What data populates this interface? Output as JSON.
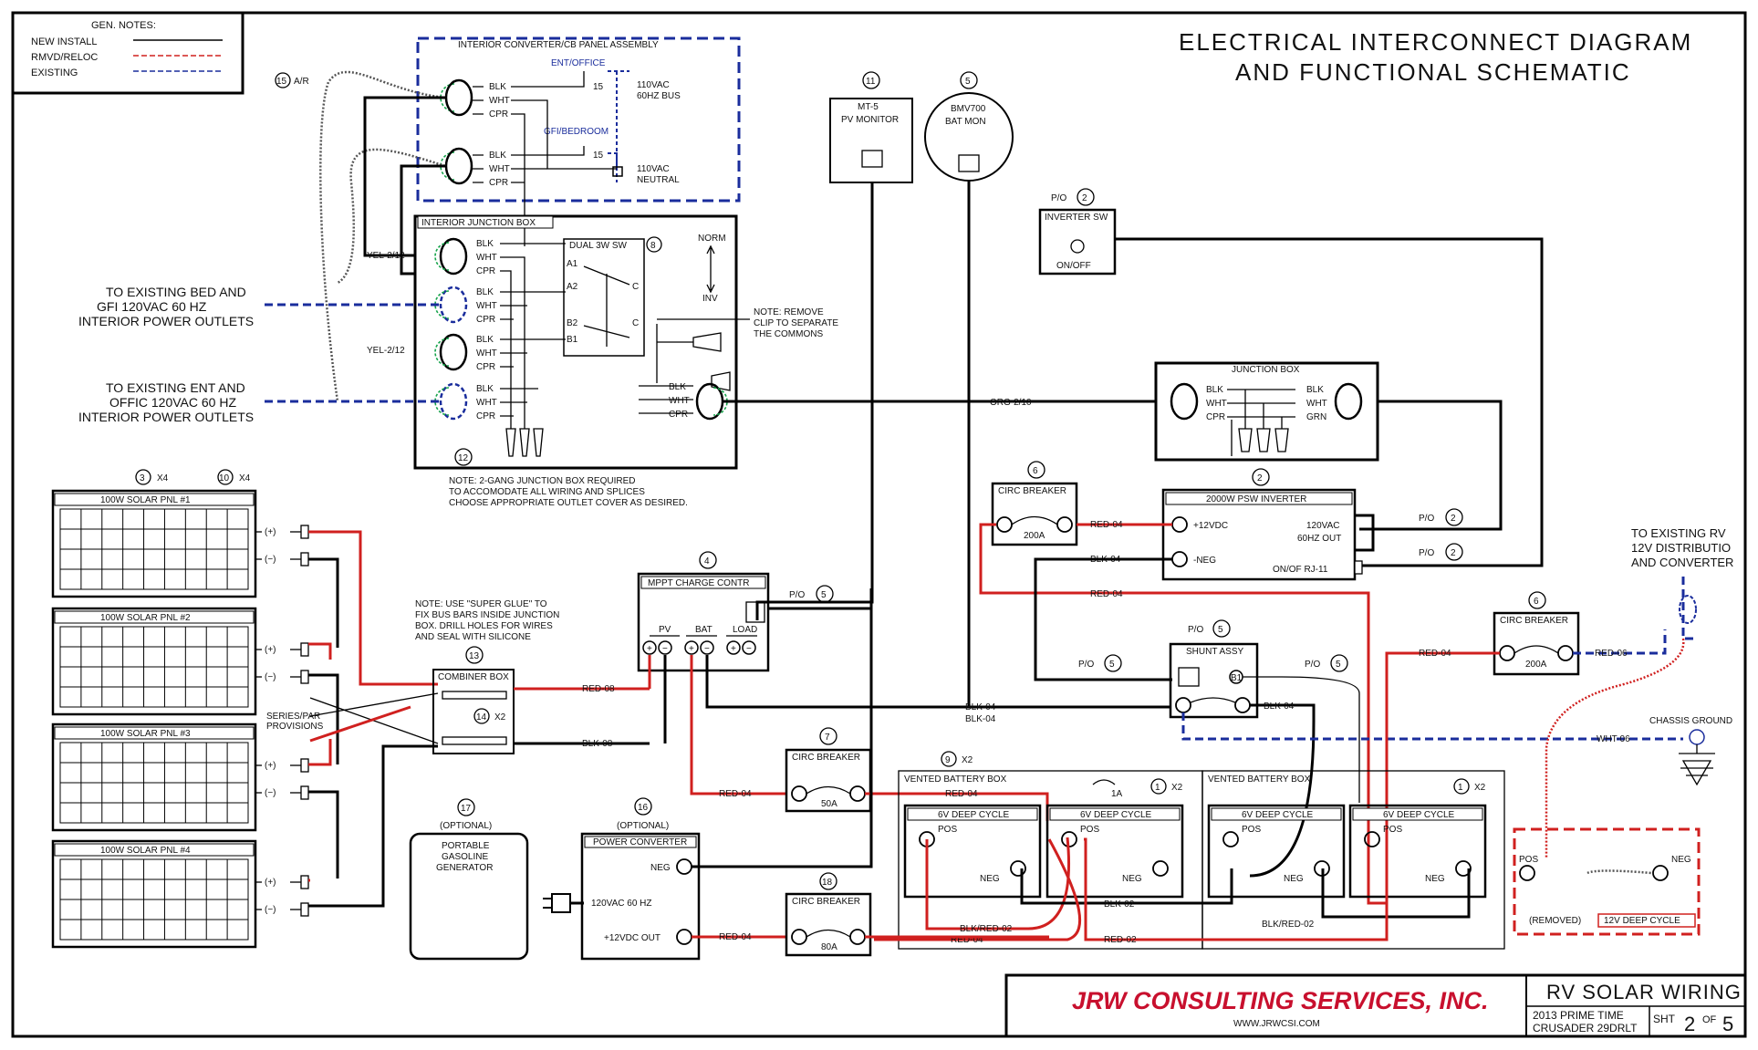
{
  "title": {
    "line1": "ELECTRICAL INTERCONNECT DIAGRAM",
    "line2": "AND FUNCTIONAL SCHEMATIC"
  },
  "notes": {
    "heading": "GEN. NOTES:",
    "new_install": "NEW INSTALL",
    "rmvd_reloc": "RMVD/RELOC",
    "existing": "EXISTING"
  },
  "conv_panel": {
    "title": "INTERIOR CONVERTER/CB PANEL ASSEMBLY",
    "ent_office": "ENT/OFFICE",
    "gfi_bedroom": "GFI/BEDROOM",
    "bus1": "110VAC",
    "bus2": "60HZ BUS",
    "neu1": "110VAC",
    "neu2": "NEUTRAL",
    "cb": "15",
    "callout": "15",
    "callout_suffix": "A/R"
  },
  "wires": {
    "blk": "BLK",
    "wht": "WHT",
    "cpr": "CPR",
    "grn": "GRN",
    "yel": "YEL-2/12",
    "org": "ORG-2/10"
  },
  "junction_box": {
    "title": "INTERIOR JUNCTION BOX",
    "callout": "12",
    "note1": "NOTE:  2-GANG JUNCTION BOX REQUIRED",
    "note2": "TO ACCOMODATE ALL WIRING AND SPLICES",
    "note3": "CHOOSE APPROPRIATE OUTLET COVER AS DESIRED."
  },
  "dual_sw": {
    "title": "DUAL 3W SW",
    "callout": "8",
    "norm": "NORM",
    "inv": "INV",
    "a1": "A1",
    "a2": "A2",
    "b1": "B1",
    "b2": "B2",
    "c": "C"
  },
  "clip_note": {
    "l1": "NOTE:  REMOVE",
    "l2": "CLIP TO SEPARATE",
    "l3": "THE COMMONS"
  },
  "outlets_bed": {
    "l1": "TO EXISTING BED AND",
    "l2": "GFI 120VAC 60 HZ",
    "l3": "INTERIOR POWER OUTLETS"
  },
  "outlets_ent": {
    "l1": "TO EXISTING ENT AND",
    "l2": "OFFIC 120VAC 60 HZ",
    "l3": "INTERIOR POWER OUTLETS"
  },
  "mt5": {
    "callout": "11",
    "l1": "MT-5",
    "l2": "PV MONITOR"
  },
  "bmv": {
    "callout": "5",
    "l1": "BMV700",
    "l2": "BAT MON"
  },
  "inverter_sw": {
    "callout": "2",
    "po": "P/O",
    "title": "INVERTER SW",
    "state": "ON/OFF"
  },
  "jbox2": {
    "title": "JUNCTION BOX"
  },
  "inverter": {
    "callout": "2",
    "title": "2000W PSW INVERTER",
    "pos": "+12VDC",
    "neg": "-NEG",
    "out1": "120VAC",
    "out2": "60HZ OUT",
    "rj": "ON/OF RJ-11",
    "po": "P/O"
  },
  "cb200a": {
    "callout": "6",
    "title": "CIRC BREAKER",
    "rating": "200A"
  },
  "cb200b": {
    "callout": "6",
    "title": "CIRC BREAKER",
    "rating": "200A"
  },
  "cb50": {
    "callout": "7",
    "title": "CIRC BREAKER",
    "rating": "50A"
  },
  "cb80": {
    "callout": "18",
    "title": "CIRC BREAKER",
    "rating": "80A"
  },
  "solar": {
    "callout_a": "3",
    "qty_a": "X4",
    "callout_b": "10",
    "qty_b": "X4",
    "panels": [
      "100W SOLAR PNL #1",
      "100W SOLAR PNL #2",
      "100W SOLAR PNL #3",
      "100W SOLAR PNL #4"
    ],
    "plus": "(+)",
    "minus": "(−)"
  },
  "series": {
    "l1": "SERIES/PAR",
    "l2": "PROVISIONS"
  },
  "glue_note": {
    "l1": "NOTE:  USE \"SUPER GLUE\" TO",
    "l2": "FIX BUS BARS INSIDE JUNCTION",
    "l3": "BOX. DRILL HOLES FOR WIRES",
    "l4": "AND SEAL WITH SILICONE"
  },
  "combiner": {
    "callout": "13",
    "title": "COMBINER BOX",
    "callout2": "14",
    "qty": "X2"
  },
  "mppt": {
    "callout": "4",
    "title": "MPPT CHARGE CONTR",
    "pv": "PV",
    "bat": "BAT",
    "load": "LOAD",
    "po": "P/O",
    "po_callout": "5"
  },
  "shunt": {
    "callout": "5",
    "po": "P/O",
    "title": "SHUNT ASSY",
    "b1": "B1"
  },
  "generator": {
    "callout": "17",
    "opt": "(OPTIONAL)",
    "l1": "PORTABLE",
    "l2": "GASOLINE",
    "l3": "GENERATOR"
  },
  "converter": {
    "callout": "16",
    "opt": "(OPTIONAL)",
    "title": "POWER CONVERTER",
    "neg": "NEG",
    "ac": "120VAC  60  HZ",
    "out": "+12VDC  OUT"
  },
  "battery_box": {
    "callout": "9",
    "qty": "X2",
    "title": "VENTED BATTERY BOX",
    "batt": "6V DEEP CYCLE",
    "pos": "POS",
    "neg": "NEG",
    "bcallout": "1",
    "bqty": "X2",
    "fuse": "1A"
  },
  "removed": {
    "pos": "POS",
    "neg": "NEG",
    "label": "(REMOVED)",
    "batt": "12V DEEP CYCLE"
  },
  "rv12v": {
    "l1": "TO EXISTING RV",
    "l2": "12V DISTRIBUTIO",
    "l3": "AND CONVERTER"
  },
  "chassis": "CHASSIS GROUND",
  "wire_labels": {
    "red08": "RED-08",
    "blk08": "BLK-08",
    "red04": "RED-04",
    "blk04": "BLK-04",
    "red06": "RED-06",
    "wht06": "WHT-06",
    "blk02": "BLK-02",
    "red02": "RED-02",
    "blkred02": "BLK/RED-02",
    "po": "P/O",
    "po5": "5",
    "po2": "2"
  },
  "titleblock": {
    "company": "JRW CONSULTING SERVICES, INC.",
    "url": "WWW.JRWCSI.COM",
    "project": "RV SOLAR WIRING",
    "model1": "2013 PRIME TIME",
    "model2": "CRUSADER 29DRLT",
    "sht": "SHT",
    "num": "2",
    "of": "OF",
    "total": "5"
  }
}
